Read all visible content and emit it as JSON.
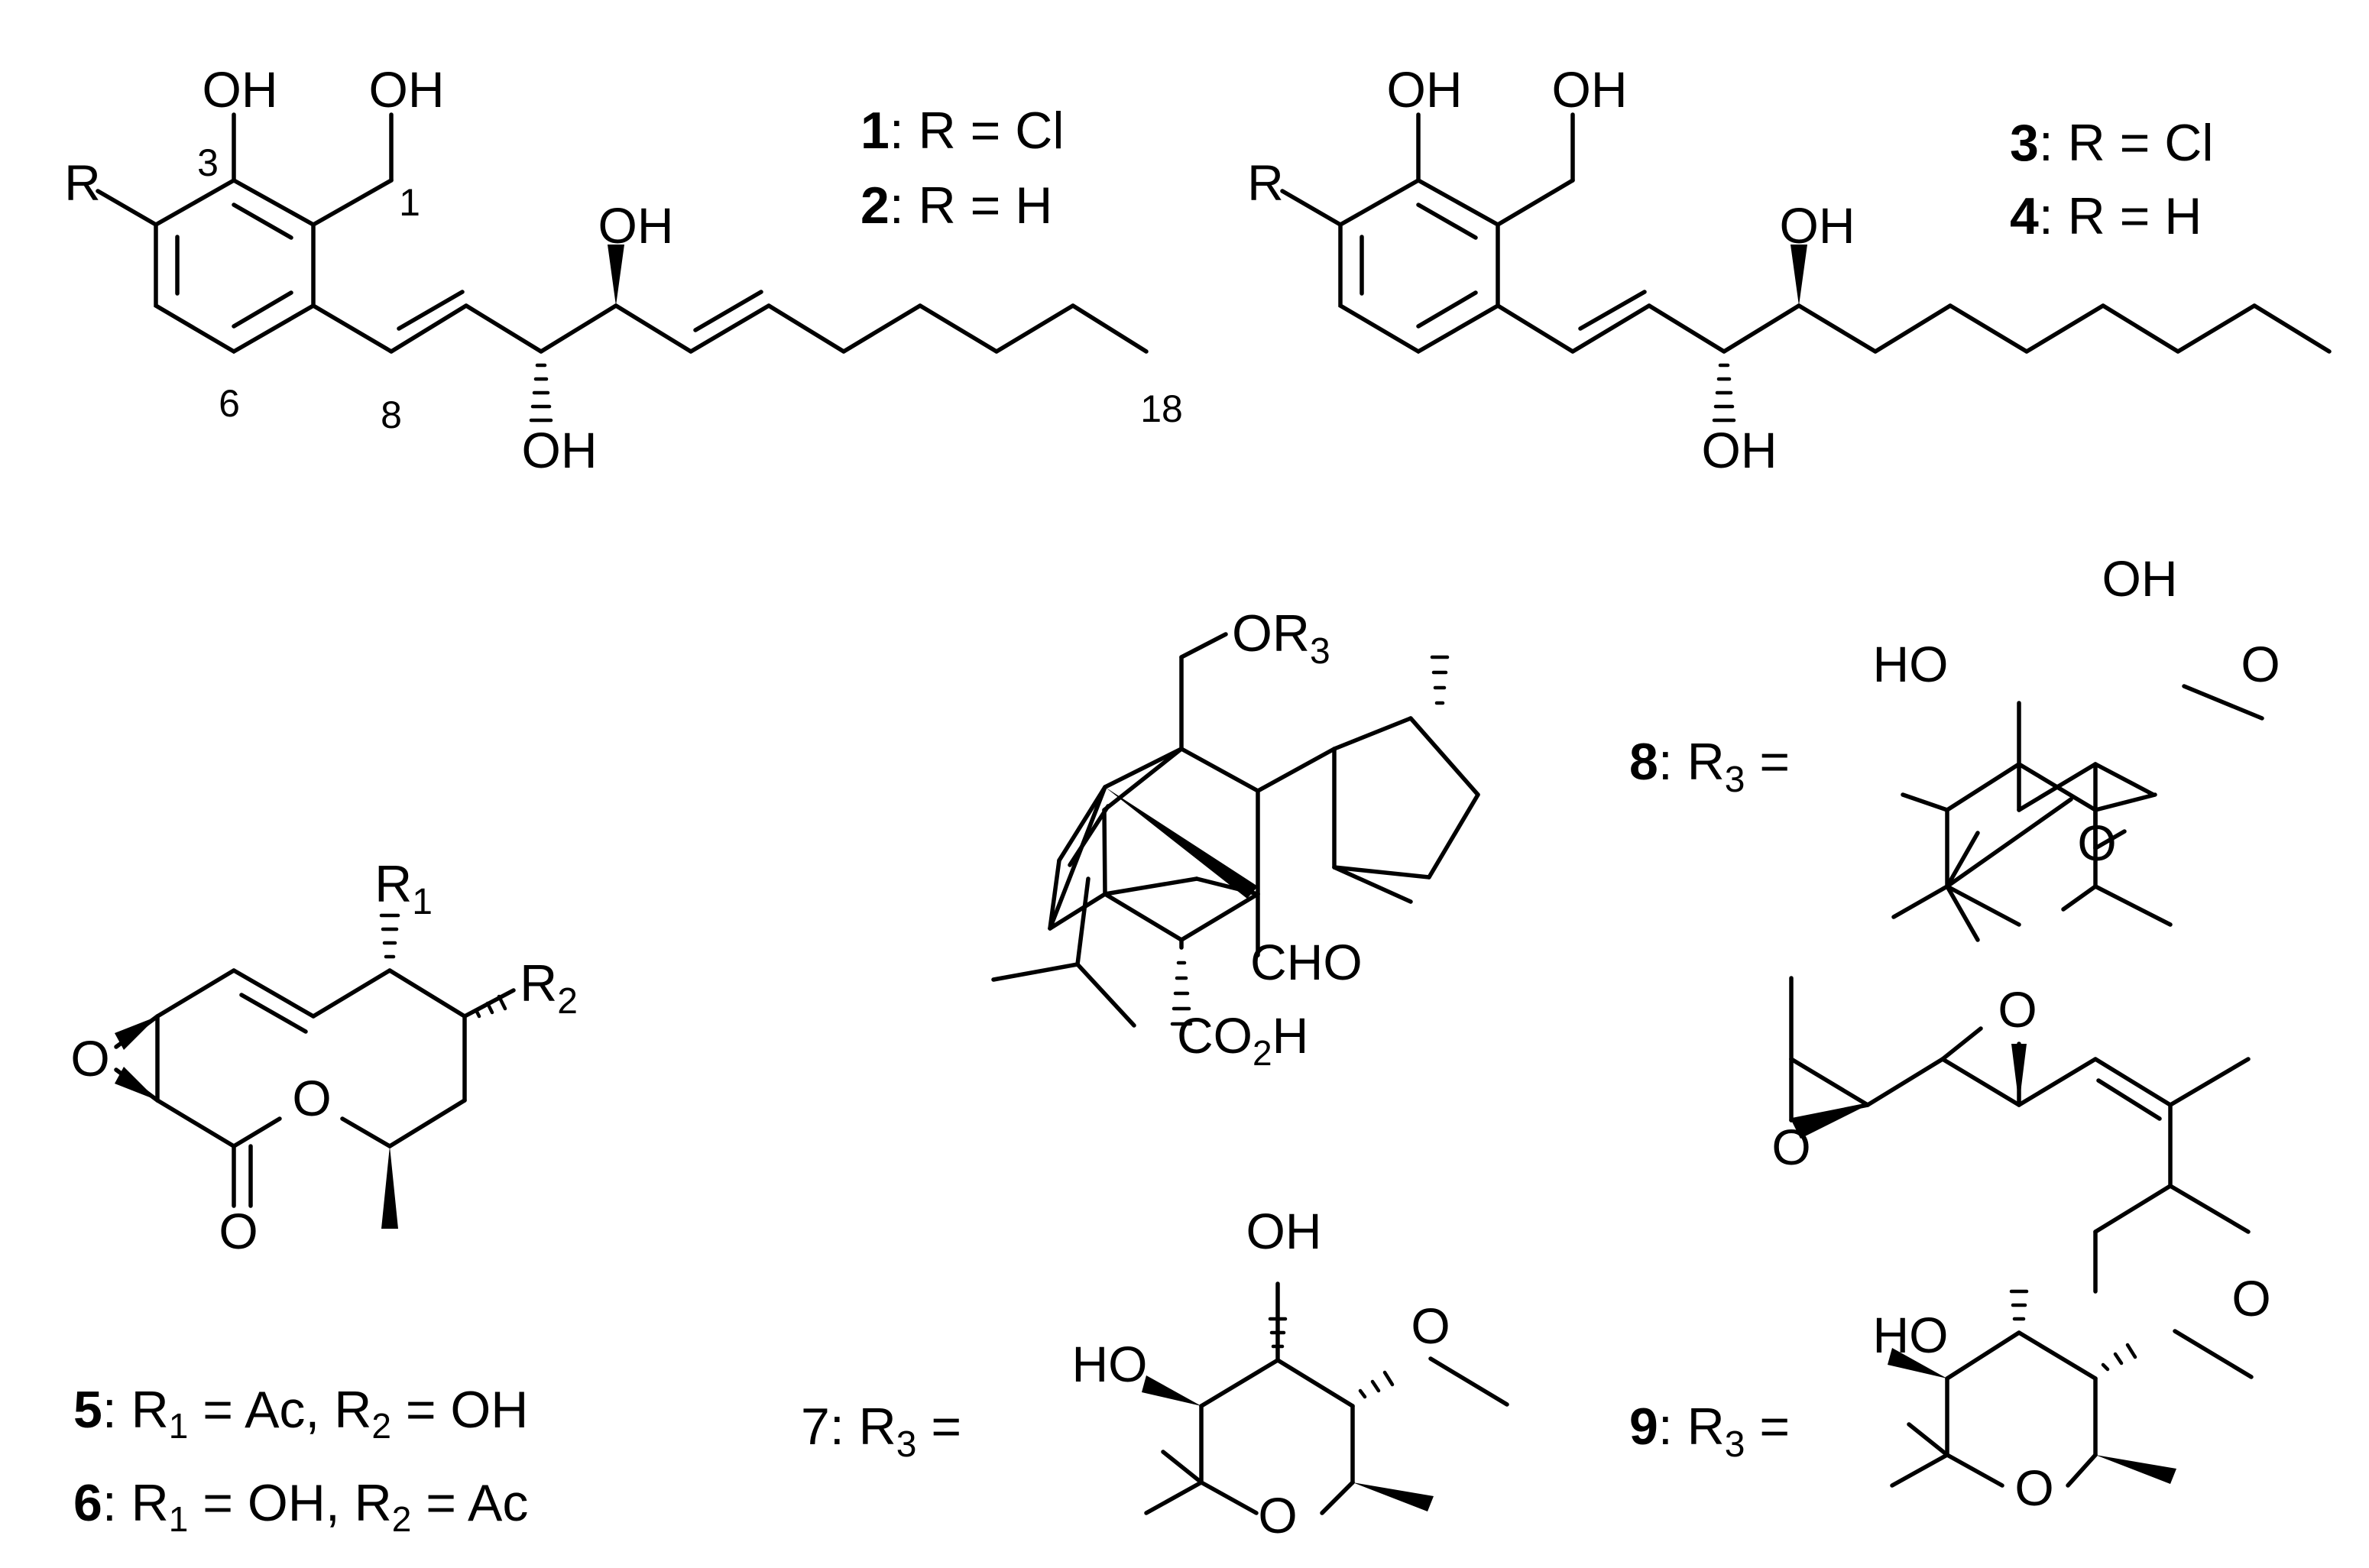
{
  "structures": {
    "s12": {
      "atoms": {
        "oh_a": "OH",
        "oh_b": "OH",
        "r": "R",
        "oh_c": "OH",
        "oh_d": "OH",
        "n3": "3",
        "n1": "1",
        "n6": "6",
        "n8": "8",
        "n18": "18"
      },
      "legend": [
        {
          "num": "1",
          "text": ": R = Cl"
        },
        {
          "num": "2",
          "text": ": R = H"
        }
      ]
    },
    "s34": {
      "atoms": {
        "oh_a": "OH",
        "oh_b": "OH",
        "r": "R",
        "oh_c": "OH",
        "oh_d": "OH"
      },
      "legend": [
        {
          "num": "3",
          "text": ": R = Cl"
        },
        {
          "num": "4",
          "text": ": R = H"
        }
      ]
    },
    "s56": {
      "atoms": {
        "r1": "R",
        "r1_sub": "1",
        "r2": "R",
        "r2_sub": "2",
        "o_epox": "O",
        "o_ring": "O",
        "o_carb": "O"
      },
      "legend": [
        {
          "num": "5",
          "p1": ": R",
          "s1": "1",
          "p2": " = Ac, R",
          "s2": "2",
          "p3": " = OH"
        },
        {
          "num": "6",
          "p1": ": R",
          "s1": "1",
          "p2": " = OH, R",
          "s2": "2",
          "p3": " = Ac"
        }
      ]
    },
    "core": {
      "atoms": {
        "or3": "OR",
        "or3_sub": "3",
        "cho": "CHO",
        "co2h_a": "CO",
        "co2h_sub": "2",
        "co2h_b": "H"
      }
    },
    "s8": {
      "label": {
        "num": "8",
        "text": ": R",
        "sub": "3",
        "eq": " ="
      },
      "atoms": {
        "oh_top": "OH",
        "ho_left": "HO",
        "o_methoxy": "O",
        "o_ring": "O"
      }
    },
    "s7": {
      "label": {
        "num": "7",
        "text": ": R",
        "sub": "3",
        "eq": " ="
      },
      "atoms": {
        "oh_top": "OH",
        "ho_left": "HO",
        "o_methoxy": "O",
        "o_ring": "O"
      }
    },
    "s9": {
      "label": {
        "num": "9",
        "text": ": R",
        "sub": "3",
        "eq": " ="
      },
      "atoms": {
        "o_epox1": "O",
        "o_epox2": "O",
        "ho_left": "HO",
        "o_methoxy": "O",
        "o_ring": "O"
      }
    }
  }
}
